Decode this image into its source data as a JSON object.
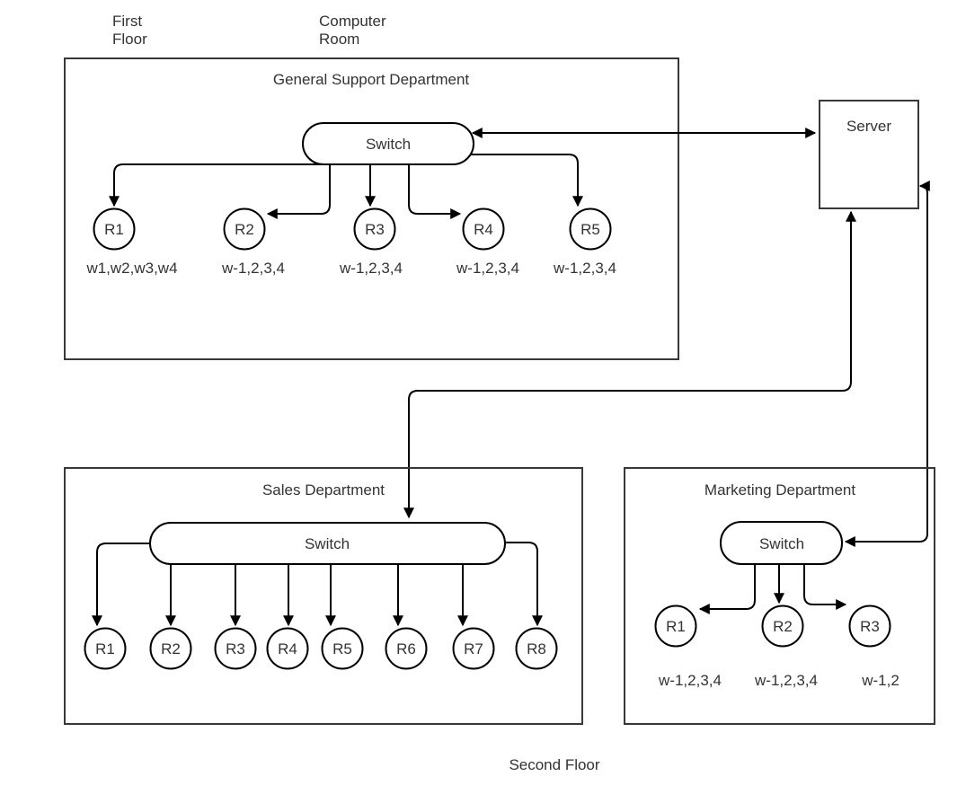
{
  "colors": {
    "connector": "#000000",
    "shape_border": "#000000",
    "department_box_border": "#383838",
    "text": "#333333",
    "background": "#ffffff"
  },
  "floor_labels": {
    "first_floor": {
      "line1": "First",
      "line2": "Floor"
    },
    "computer_room": {
      "line1": "Computer",
      "line2": "Room"
    },
    "second_floor": "Second Floor"
  },
  "server": {
    "label": "Server"
  },
  "departments": {
    "general_support": {
      "title": "General Support Department",
      "switch_label": "Switch",
      "routers": [
        {
          "id": "R1",
          "workstations": "w1,w2,w3,w4"
        },
        {
          "id": "R2",
          "workstations": "w-1,2,3,4"
        },
        {
          "id": "R3",
          "workstations": "w-1,2,3,4"
        },
        {
          "id": "R4",
          "workstations": "w-1,2,3,4"
        },
        {
          "id": "R5",
          "workstations": "w-1,2,3,4"
        }
      ]
    },
    "sales": {
      "title": "Sales Department",
      "switch_label": "Switch",
      "routers": [
        {
          "id": "R1"
        },
        {
          "id": "R2"
        },
        {
          "id": "R3"
        },
        {
          "id": "R4"
        },
        {
          "id": "R5"
        },
        {
          "id": "R6"
        },
        {
          "id": "R7"
        },
        {
          "id": "R8"
        }
      ]
    },
    "marketing": {
      "title": "Marketing Department",
      "switch_label": "Switch",
      "routers": [
        {
          "id": "R1",
          "workstations": "w-1,2,3,4"
        },
        {
          "id": "R2",
          "workstations": "w-1,2,3,4"
        },
        {
          "id": "R3",
          "workstations": "w-1,2"
        }
      ]
    }
  },
  "connections": [
    {
      "from": "general_support.switch",
      "to": "server",
      "arrows": "both-ends"
    },
    {
      "from": "server",
      "to": "sales.switch",
      "arrows": "both-ends"
    },
    {
      "from": "server",
      "to": "marketing.switch",
      "arrows": "both-ends"
    }
  ]
}
